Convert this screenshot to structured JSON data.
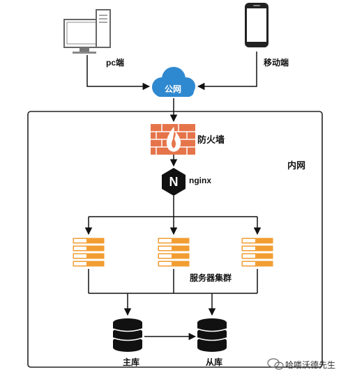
{
  "labels": {
    "pc": "pc端",
    "mobile": "移动端",
    "internet": "公网",
    "firewall": "防火墙",
    "intranet": "内网",
    "nginx": "nginx",
    "nginx_logo_letter": "N",
    "cluster": "服务器集群",
    "master_db": "主库",
    "slave_db": "从库"
  },
  "watermark": "哈喽沃德先生",
  "colors": {
    "cloud": "#2f89d0",
    "firewall": "#e06c3a",
    "server_orange": "#f29d32",
    "line": "#111111",
    "db": "#111111"
  }
}
